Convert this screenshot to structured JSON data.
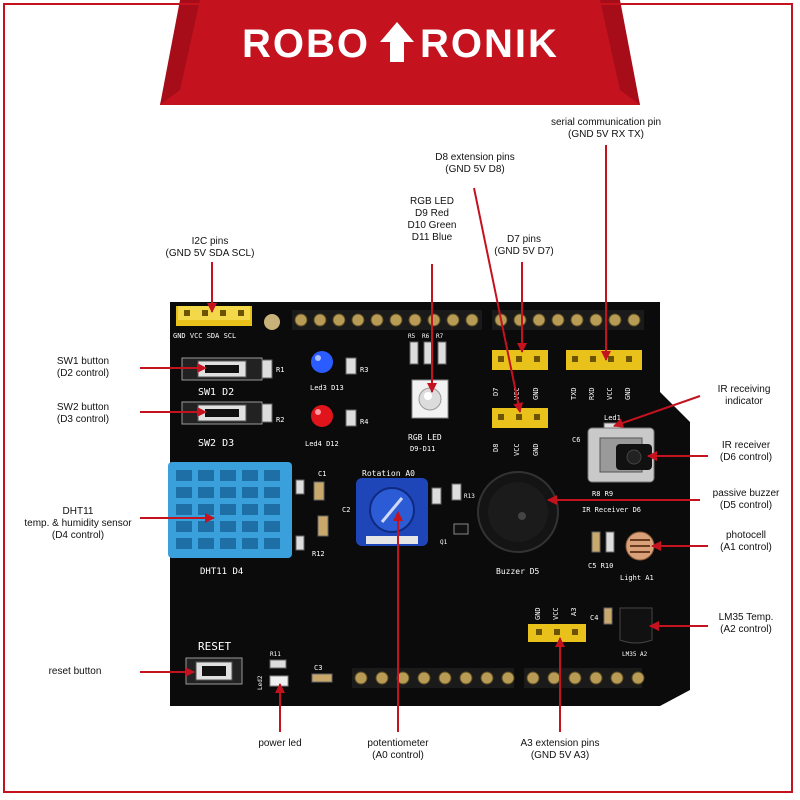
{
  "brand": {
    "left_text": "ROBO",
    "right_text": "RONIK",
    "color": "#c4121f"
  },
  "labels": {
    "i2c": [
      "I2C  pins",
      "(GND 5V SDA SCL)"
    ],
    "serial": [
      "serial communication pin",
      "(GND 5V RX TX)"
    ],
    "d8": [
      "D8 extension pins",
      "(GND 5V D8)"
    ],
    "rgb": [
      "RGB LED",
      "D9  Red",
      "D10 Green",
      "D11 Blue"
    ],
    "d7": [
      "D7 pins",
      "(GND 5V D7)"
    ],
    "sw1": [
      "SW1 button",
      "(D2 control)"
    ],
    "sw2": [
      "SW2 button",
      "(D3 control)"
    ],
    "dht": [
      "DHT11",
      "temp. & humidity sensor",
      "(D4 control)"
    ],
    "reset": [
      "reset button"
    ],
    "powerled": [
      "power led"
    ],
    "pot": [
      "potentiometer",
      "(A0 control)"
    ],
    "a3": [
      "A3 extension pins",
      "(GND 5V A3)"
    ],
    "irind": [
      "IR receiving",
      "indicator"
    ],
    "irrec": [
      "IR receiver",
      "(D6 control)"
    ],
    "buzz": [
      "passive buzzer",
      "(D5 control)"
    ],
    "photo": [
      "photocell",
      "(A1 control)"
    ],
    "lm35": [
      "LM35 Temp.",
      "(A2 control)"
    ]
  },
  "silk": {
    "i2c_row": "GND VCC SDA SCL",
    "sw1": "SW1 D2",
    "sw2": "SW2 D3",
    "led3": "Led3 D13",
    "led4": "Led4 D12",
    "rgb": "RGB LED",
    "rgb2": "D9-D11",
    "r1": "R1",
    "r2": "R2",
    "r3": "R3",
    "r4": "R4",
    "r5": "R5",
    "r6": "R6",
    "r7": "R7",
    "d7": "D7",
    "d8": "D8",
    "vcc": "VCC",
    "gnd": "GND",
    "txd": "TXD",
    "rxd": "RXD",
    "led1": "Led1",
    "c6": "C6",
    "r8r9": "R8 R9",
    "irrecv": "IR Receiver D6",
    "rotation": "Rotation A0",
    "dht": "DHT11 D4",
    "c1": "C1",
    "c2": "C2",
    "r12": "R12",
    "r13": "R13",
    "q1": "Q1",
    "buzzer": "Buzzer D5",
    "c5r10": "C5 R10",
    "light": "Light A1",
    "a3": "A3",
    "c4": "C4",
    "lm35": "LM35 A2",
    "reset": "RESET",
    "r11": "R11",
    "led2": "Led2",
    "c3": "C3"
  },
  "colors": {
    "board": "#0b0b0b",
    "header_yellow": "#e8c21a",
    "dht_blue": "#3aa0dc",
    "pot_blue": "#1f46b8",
    "led_blue": "#2b5cff",
    "led_red": "#e1141b",
    "arrow": "#c4121f"
  }
}
